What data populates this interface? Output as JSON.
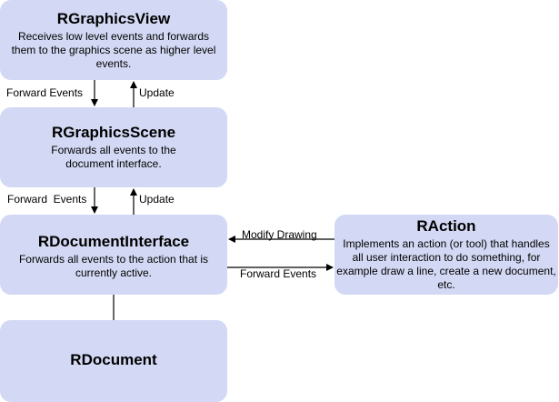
{
  "diagram": {
    "nodes": {
      "view": {
        "title": "RGraphicsView",
        "description": "Receives low level events and forwards them to the graphics scene as higher level events."
      },
      "scene": {
        "title": "RGraphicsScene",
        "description": "Forwards all events to the document interface."
      },
      "interface": {
        "title": "RDocumentInterface",
        "description": "Forwards all events to the action that is currently active."
      },
      "document": {
        "title": "RDocument"
      },
      "action": {
        "title": "RAction",
        "description": "Implements an action (or tool) that handles all user interaction to do something, for example draw a line, create a new document, etc."
      }
    },
    "edges": {
      "view_to_scene": "Forward Events",
      "scene_to_view": "Update",
      "scene_to_interface": "Forward  Events",
      "interface_to_scene": "Update",
      "action_to_interface": "Modify Drawing",
      "interface_to_action": "Forward Events"
    },
    "colors": {
      "box_fill": "#d3d9f4",
      "line": "#000000"
    }
  }
}
